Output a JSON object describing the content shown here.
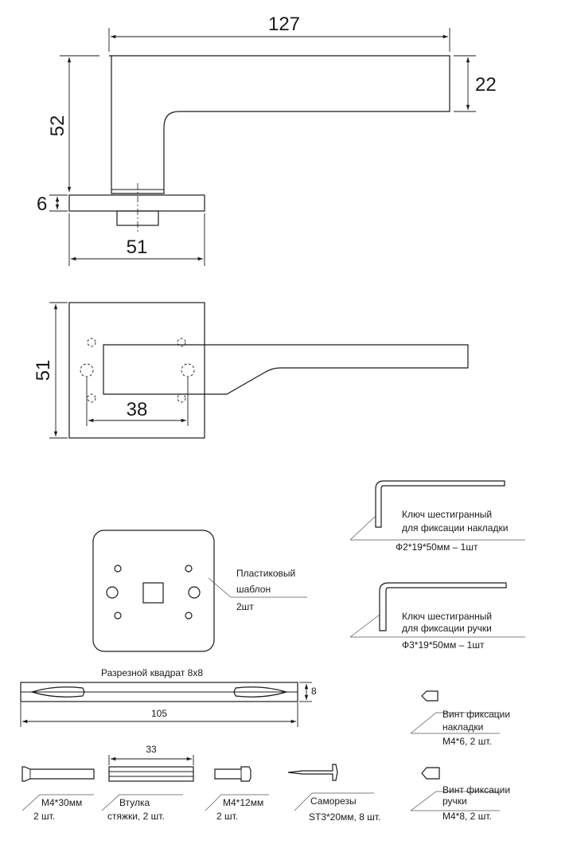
{
  "dimensions": {
    "length": "127",
    "height": "52",
    "width": "22",
    "rosette_thickness": "6",
    "rosette_width": "51",
    "rosette_side": "51",
    "hole_spacing": "38",
    "spindle_length": "105",
    "spindle_size": "8",
    "sleeve_length": "33"
  },
  "parts": {
    "hex_key_1": {
      "line1": "Ключ шестигранный",
      "line2": "для фиксации накладки",
      "line3": "Ф2*19*50мм – 1шт"
    },
    "hex_key_2": {
      "line1": "Ключ шестигранный",
      "line2": "для фиксации ручки",
      "line3": "Ф3*19*50мм – 1шт"
    },
    "template": {
      "line1": "Пластиковый",
      "line2": "шаблон",
      "line3": "2шт"
    },
    "spindle": {
      "title": "Разрезной квадрат 8х8"
    },
    "screw_rosette": {
      "line1": "Винт фиксации",
      "line2": "накладки",
      "line3": "М4*6, 2 шт."
    },
    "screw_handle": {
      "line1": "Винт фиксации",
      "line2": "ручки",
      "line3": "М4*8, 2 шт."
    },
    "bolt_30": {
      "line1": "М4*30мм",
      "line2": "2 шт."
    },
    "sleeve": {
      "line1": "Втулка",
      "line2": "стяжки, 2 шт."
    },
    "bolt_12": {
      "line1": "М4*12мм",
      "line2": "2 шт."
    },
    "wood_screws": {
      "line1": "Саморезы",
      "line2": "ST3*20мм, 8 шт."
    }
  }
}
